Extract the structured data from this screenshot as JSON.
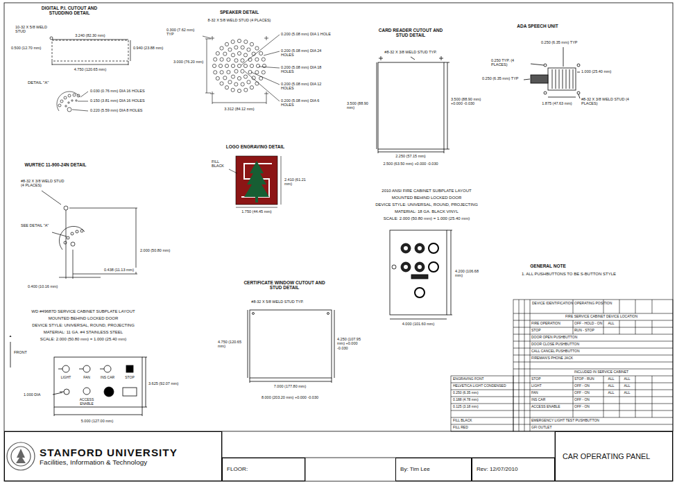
{
  "diagram": {
    "nodes": [
      {
        "text": [
          "STANFORD UNIVERSITY",
          "Facilities, Information & Technology"
        ]
      },
      {
        "text": [
          "FLOOR:"
        ]
      },
      {
        "text": [
          "By: Tim Lee"
        ]
      },
      {
        "text": [
          "Rev: 12/07/2010"
        ]
      },
      {
        "text": [
          "CAR OPERATING PANEL"
        ]
      }
    ],
    "labels": [
      "DIGITAL P.I. CUTOUT AND STUDDING DETAIL",
      "10-32 X 5/8 WELD STUD",
      "3.240 (82.30 mm)",
      "0.500 (12.70 mm)",
      "0.940 (23.88 mm)",
      "4.750 (120.65 mm)",
      "DETAIL \"A\"",
      "0.030 (0.76 mm) DIA 16 HOLES",
      "0.150 (3.81 mm) DIA 16 HOLES",
      "0.220 (5.59 mm) DIA 8 HOLES",
      "WURTEC 11-900-24N DETAIL",
      "#8-32 X 3/8 WELD STUD (4 PLACES)",
      "SEE DETAIL \"A\"",
      "2.000 (50.80 mm)",
      "0.438 (11.13 mm)",
      "0.400 (10.16 mm)",
      "WD #49687D SERVICE CABINET SUBPLATE LAYOUT",
      "MOUNTED BEHIND LOCKED DOOR",
      "DEVICE STYLE: UNIVERSAL, ROUND, PROJECTING",
      "MATERIAL: 11 GA. #4 STAINLESS STEEL",
      "SCALE: 2.000 (50.80 mm) = 1.000 (25.40 mm)",
      "FRONT",
      "LIGHT",
      "FAN",
      "INS CAR",
      "STOP",
      "ACCESS ENABLE",
      "1.000 DIA",
      "3.625 (92.07 mm)",
      "5.000 (127.00 mm)",
      "SPEAKER DETAIL",
      "8-32 X 5/8 WELD STUD (4 PLACES)",
      "0.300 (7.62 mm) TYP",
      "0.200 (5.08 mm) DIA 1 HOLE",
      "0.200 (5.08 mm) DIA 24 HOLES",
      "0.200 (5.08 mm) DIA 18 HOLES",
      "0.200 (5.08 mm) DIA 12 HOLES",
      "0.200 (5.08 mm) DIA 6 HOLES",
      "3.000 (76.20 mm)",
      "3.312 (84.12 mm)",
      "CARD READER CUTOUT AND STUD DETAIL",
      "#8-32 X 3/8 WELD STUD TYP.",
      "3.500 (88.90 mm)",
      "3.500 (88.90 mm) +0.000 -0.030",
      "2.250 (57.15 mm)",
      "2.500 (63.50 mm) +0.000 -0.030",
      "ADA SPEECH UNIT",
      "0.250 (6.35 mm) TYP",
      "0.250 TYP. (4 PLACES)",
      "0.250 (6.35 mm) TYP",
      "1.000 (25.40 mm)",
      "#8-32 X 3/8 WELD STUD (4 PLACES)",
      "1.875 (47.63 mm)",
      "LOGO ENGRAVING DETAIL",
      "FILL BLACK",
      "2.410 (61.21 mm)",
      "1.750 (44.45 mm)",
      "CERTIFICATE WINDOW CUTOUT AND STUD DETAIL",
      "#8-32 X 5/8 WELD STUD TYP.",
      "4.750 (120.65 mm)",
      "4.250 (107.95 mm) +0.000 -0.030",
      "7.000 (177.80 mm)",
      "8.000 (203.20 mm) +0.000 -0.030",
      "2010 ANSI FIRE CABINET SUBPLATE LAYOUT",
      "MOUNTED BEHIND LOCKED DOOR",
      "DEVICE STYLE: UNIVERSAL, ROUND, PROJECTING",
      "MATERIAL: 18 GA. BLACK VINYL",
      "SCALE: 2.000 (50.80 mm) = 1.000 (25.40 mm)",
      "4.200 (106.68 mm)",
      "4.000 (101.60 mm)",
      "GENERAL NOTE",
      "1. ALL PUSHBUTTONS TO BE S-BUTTON STYLE",
      "DEVICE IDENTIFICATION",
      "OPERATING POSITION",
      "FIRE SERVICE CABINET DEVICE LOCATION",
      "FIRE OPERATION",
      "OFF - HOLD - ON",
      "ALL",
      "STOP",
      "RUN - STOP",
      "DOOR OPEN PUSHBUTTON",
      "DOOR CLOSE PUSHBUTTON",
      "CALL CANCEL PUSHBUTTON",
      "FIREMAN'S PHONE JACK",
      "INCLUDED IN SERVICE CABINET",
      "STOP",
      "STOP - RUN",
      "ALL",
      "ALL",
      "LIGHT",
      "OFF - ON",
      "ALL",
      "ALL",
      "FAN",
      "OFF - ON",
      "ALL",
      "ALL",
      "INS CAR",
      "OFF - ON",
      "ACCESS ENABLE",
      "OFF - ON",
      "EMERGENCY LIGHT TEST PUSHBUTTON",
      "GFI OUTLET",
      "ENGRAVING FONT",
      "HELVETICA LIGHT CONDENSED",
      "0.250 (6.35 mm)",
      "0.188 (4.78 mm)",
      "0.125 (3.18 mm)",
      "FILL BLACK",
      "FILL RED"
    ]
  }
}
